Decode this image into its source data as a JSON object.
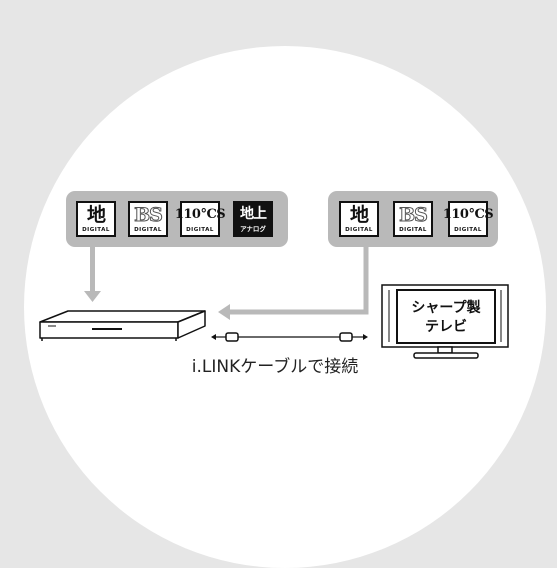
{
  "left_group": {
    "badges": [
      {
        "mark": "地 ",
        "sub": "DIGITAL",
        "icon": "terrestrial-digital-icon"
      },
      {
        "mark": "BS",
        "sub": "DIGITAL",
        "icon": "bs-digital-icon"
      },
      {
        "mark": "110°CS",
        "sub": "DIGITAL",
        "icon": "110cs-digital-icon"
      },
      {
        "mark": "地上",
        "sub": "アナログ",
        "icon": "terrestrial-analog-icon"
      }
    ]
  },
  "right_group": {
    "badges": [
      {
        "mark": "地 ",
        "sub": "DIGITAL",
        "icon": "terrestrial-digital-icon"
      },
      {
        "mark": "BS",
        "sub": "DIGITAL",
        "icon": "bs-digital-icon"
      },
      {
        "mark": "110°CS",
        "sub": "DIGITAL",
        "icon": "110cs-digital-icon"
      }
    ]
  },
  "tv": {
    "line1": "シャープ製",
    "line2": "テレビ"
  },
  "caption": "i.LINKケーブルで接続",
  "colors": {
    "background": "#e6e6e6",
    "circle": "#ffffff",
    "bar": "#b9b9b9",
    "arrow": "#b9b9b9",
    "line": "#111111"
  }
}
